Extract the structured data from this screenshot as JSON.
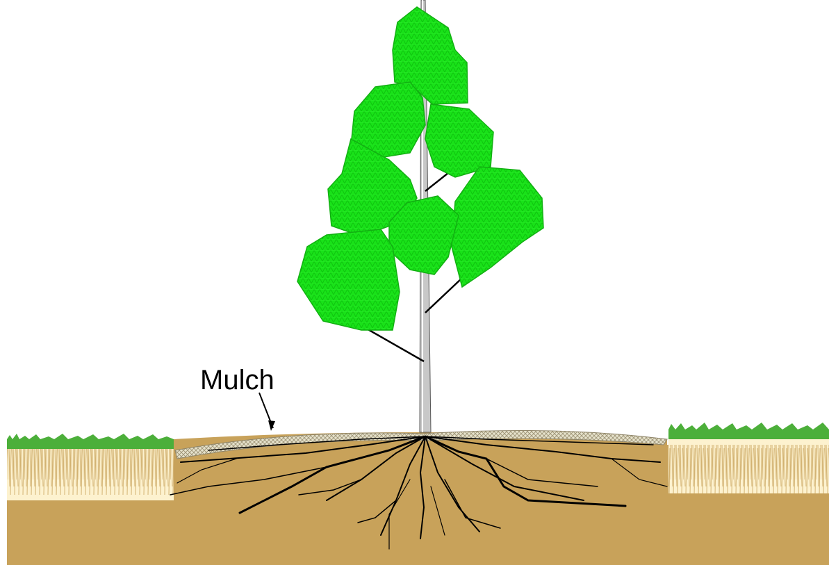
{
  "labels": {
    "mulch": "Mulch"
  },
  "colors": {
    "background": "#ffffff",
    "soil": "#c8a25a",
    "soil_cut": "#bf9850",
    "mulch": "#d6d2b8",
    "grass": "#4caf3a",
    "turf_roots": "#fdf2cf",
    "canopy": "#19e219",
    "canopy_edge": "#10b810",
    "trunk": "#c8c8c8",
    "roots": "#000000"
  },
  "icons": [
    "tree-canopy",
    "tree-trunk",
    "root-system",
    "mulch-layer",
    "turf",
    "leader-arrow"
  ]
}
